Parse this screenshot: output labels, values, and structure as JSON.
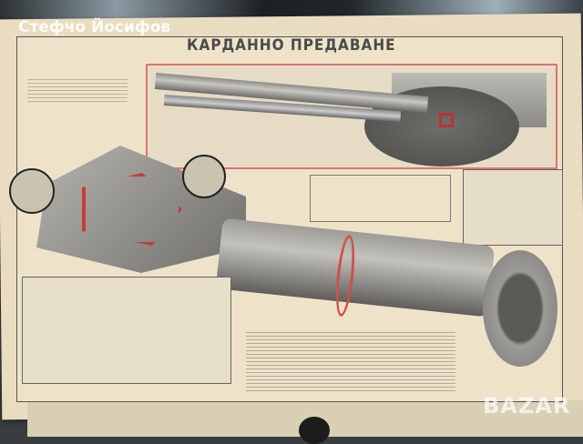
{
  "poster": {
    "title": "КАРДАННО ПРЕДАВАНЕ"
  },
  "watermark": {
    "text": "Стефчо Йосифов"
  },
  "logo": {
    "text": "BAZAR"
  },
  "colors": {
    "paper": "#e9dcc0",
    "accent_red": "#c73c3a",
    "metal": "#9c9b96"
  }
}
